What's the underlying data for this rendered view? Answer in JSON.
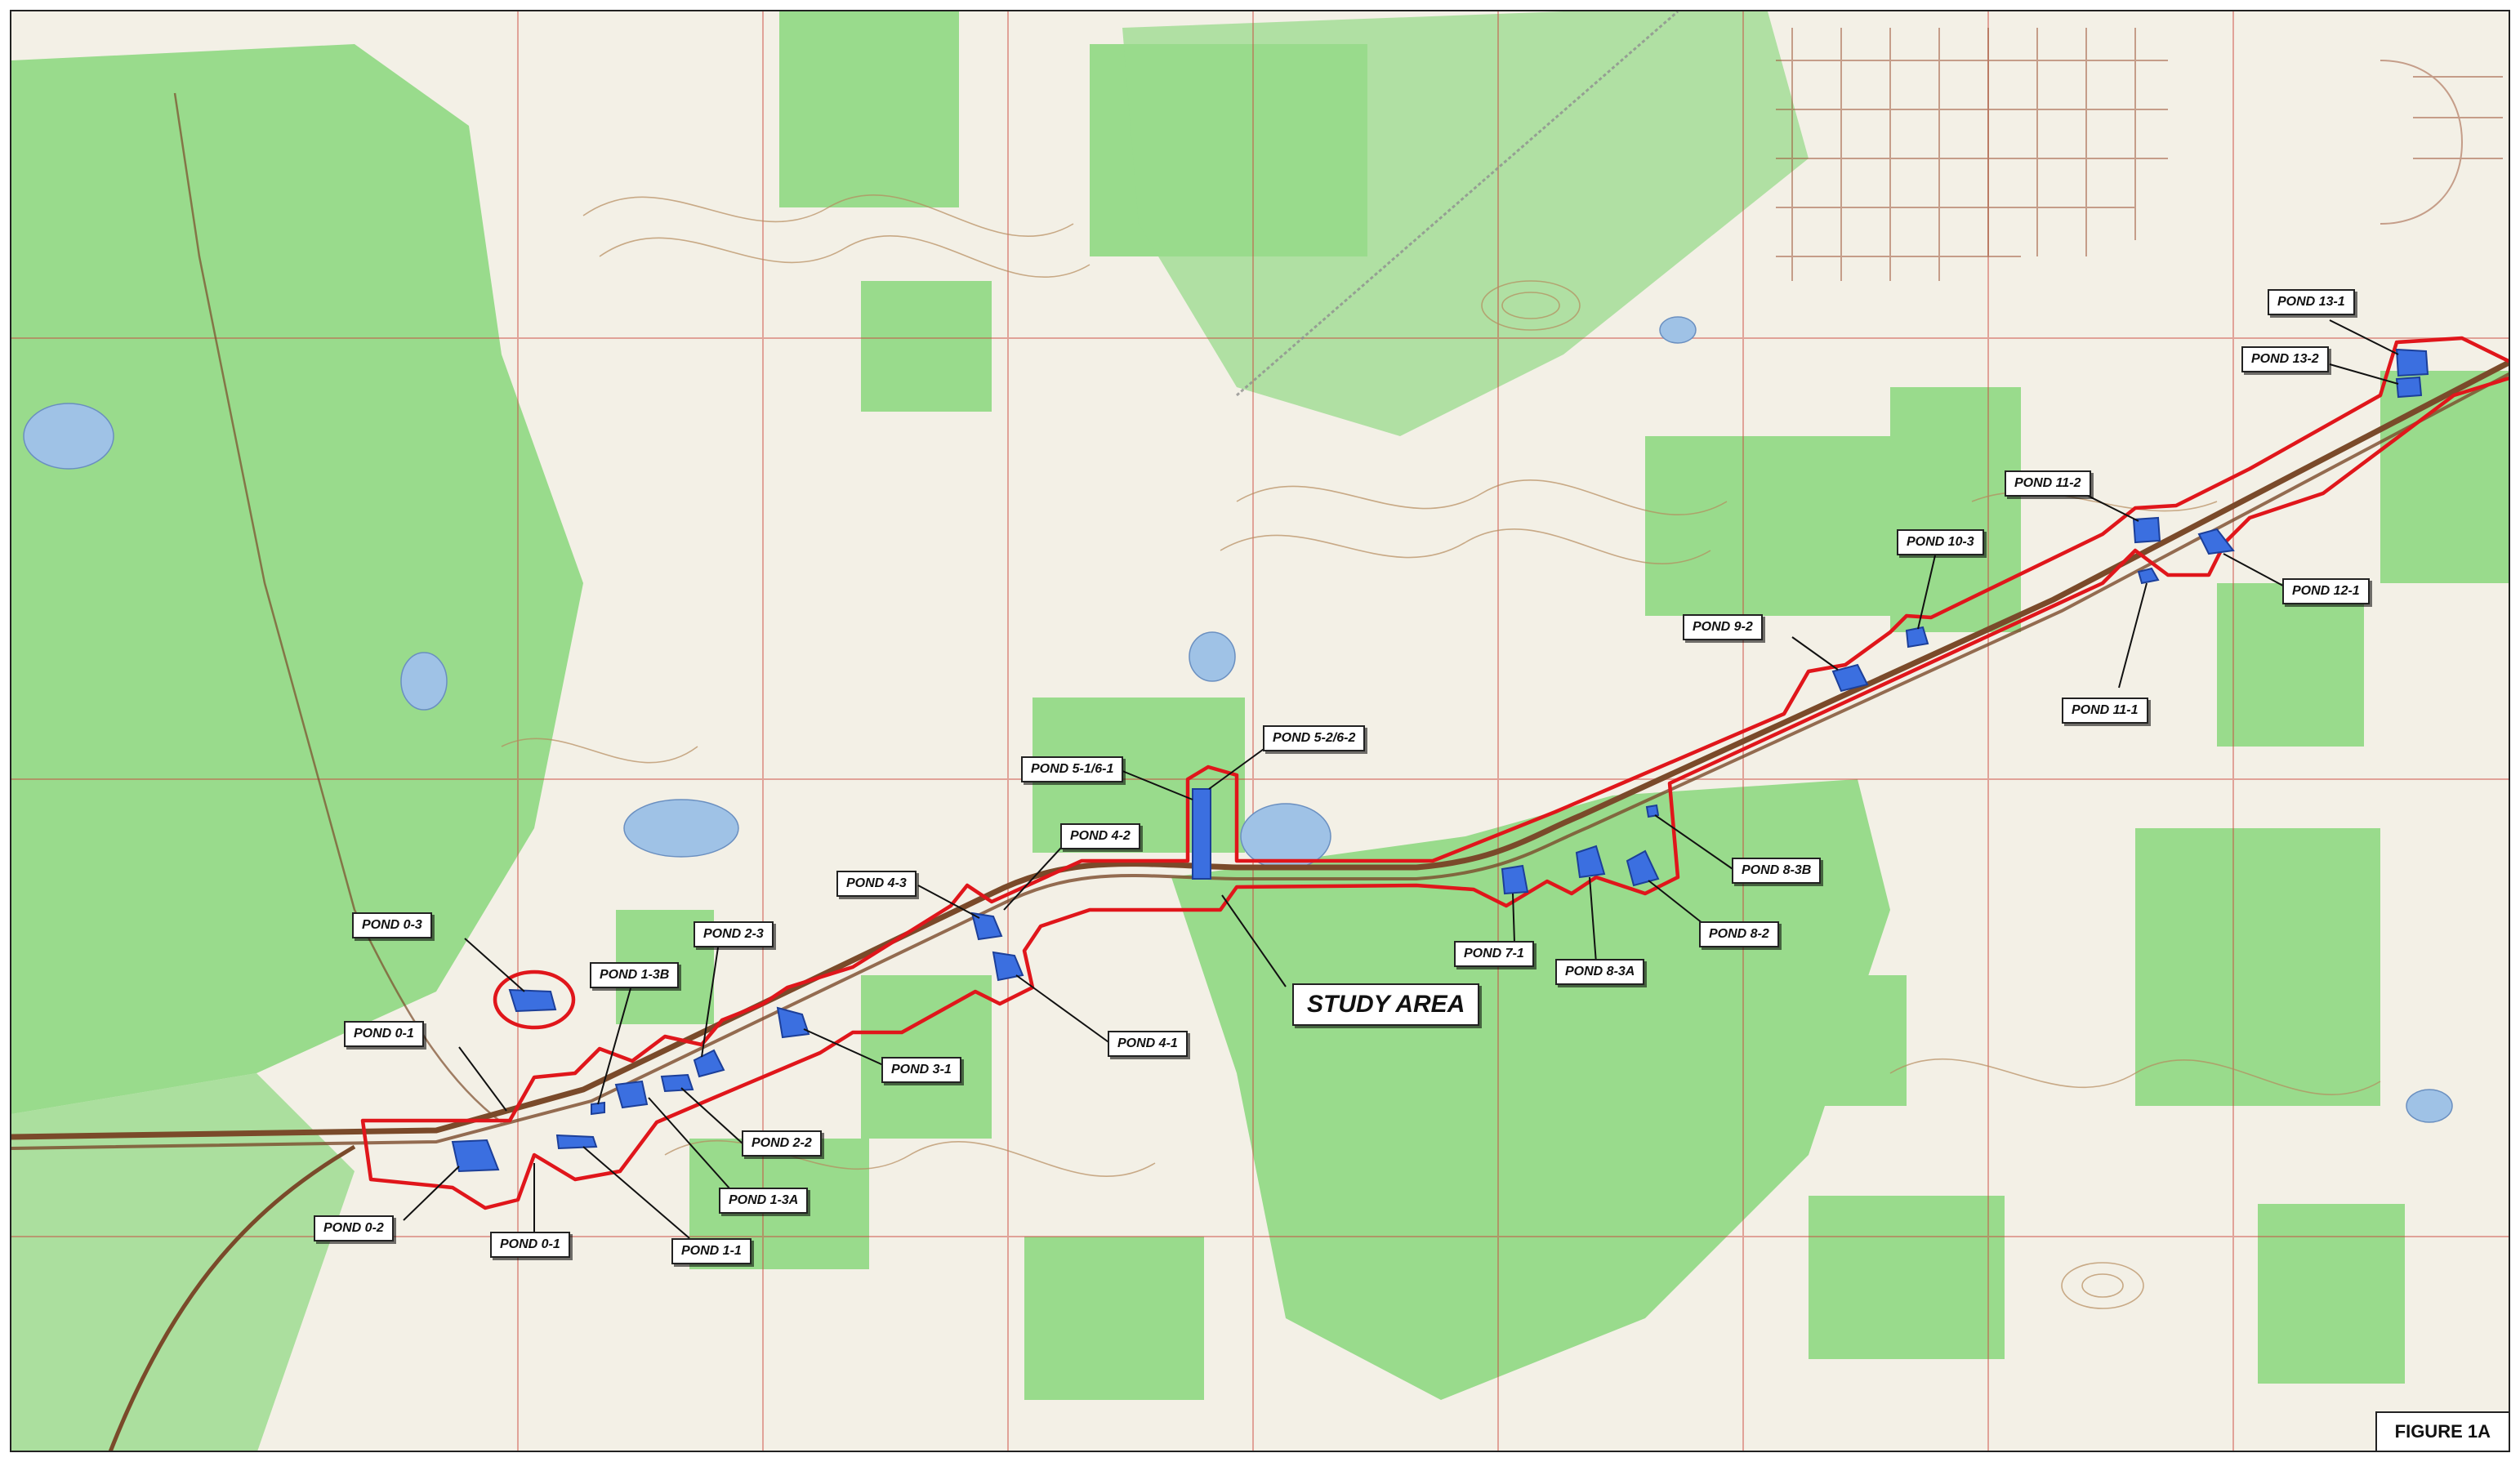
{
  "colors": {
    "study_boundary": "#e0161b",
    "pond": "#3b6fe0",
    "vegetation": "#8fd882",
    "contour": "#b58a5c",
    "highway": "#7a4a2a",
    "grid": "#c9433a"
  },
  "icons": [
    "pond-shape",
    "leader-line"
  ],
  "figure_label": "FIGURE 1A",
  "study_area_label": "STUDY AREA",
  "ponds": [
    {
      "id": "pond-0-3",
      "label": "POND 0-3"
    },
    {
      "id": "pond-1-3b",
      "label": "POND 1-3B"
    },
    {
      "id": "pond-2-3",
      "label": "POND 2-3"
    },
    {
      "id": "pond-0-1-top",
      "label": "POND 0-1"
    },
    {
      "id": "pond-0-2",
      "label": "POND 0-2"
    },
    {
      "id": "pond-0-1-bottom",
      "label": "POND 0-1"
    },
    {
      "id": "pond-1-1",
      "label": "POND 1-1"
    },
    {
      "id": "pond-1-3a",
      "label": "POND 1-3A"
    },
    {
      "id": "pond-2-2",
      "label": "POND 2-2"
    },
    {
      "id": "pond-3-1",
      "label": "POND 3-1"
    },
    {
      "id": "pond-4-3",
      "label": "POND 4-3"
    },
    {
      "id": "pond-4-2",
      "label": "POND 4-2"
    },
    {
      "id": "pond-4-1",
      "label": "POND 4-1"
    },
    {
      "id": "pond-5-1-6-1",
      "label": "POND 5-1/6-1"
    },
    {
      "id": "pond-5-2-6-2",
      "label": "POND 5-2/6-2"
    },
    {
      "id": "pond-7-1",
      "label": "POND 7-1"
    },
    {
      "id": "pond-8-3a",
      "label": "POND 8-3A"
    },
    {
      "id": "pond-8-2",
      "label": "POND 8-2"
    },
    {
      "id": "pond-8-3b",
      "label": "POND 8-3B"
    },
    {
      "id": "pond-9-2",
      "label": "POND 9-2"
    },
    {
      "id": "pond-10-3",
      "label": "POND 10-3"
    },
    {
      "id": "pond-11-2",
      "label": "POND 11-2"
    },
    {
      "id": "pond-11-1",
      "label": "POND 11-1"
    },
    {
      "id": "pond-12-1",
      "label": "POND 12-1"
    },
    {
      "id": "pond-13-1",
      "label": "POND 13-1"
    },
    {
      "id": "pond-13-2",
      "label": "POND 13-2"
    }
  ]
}
